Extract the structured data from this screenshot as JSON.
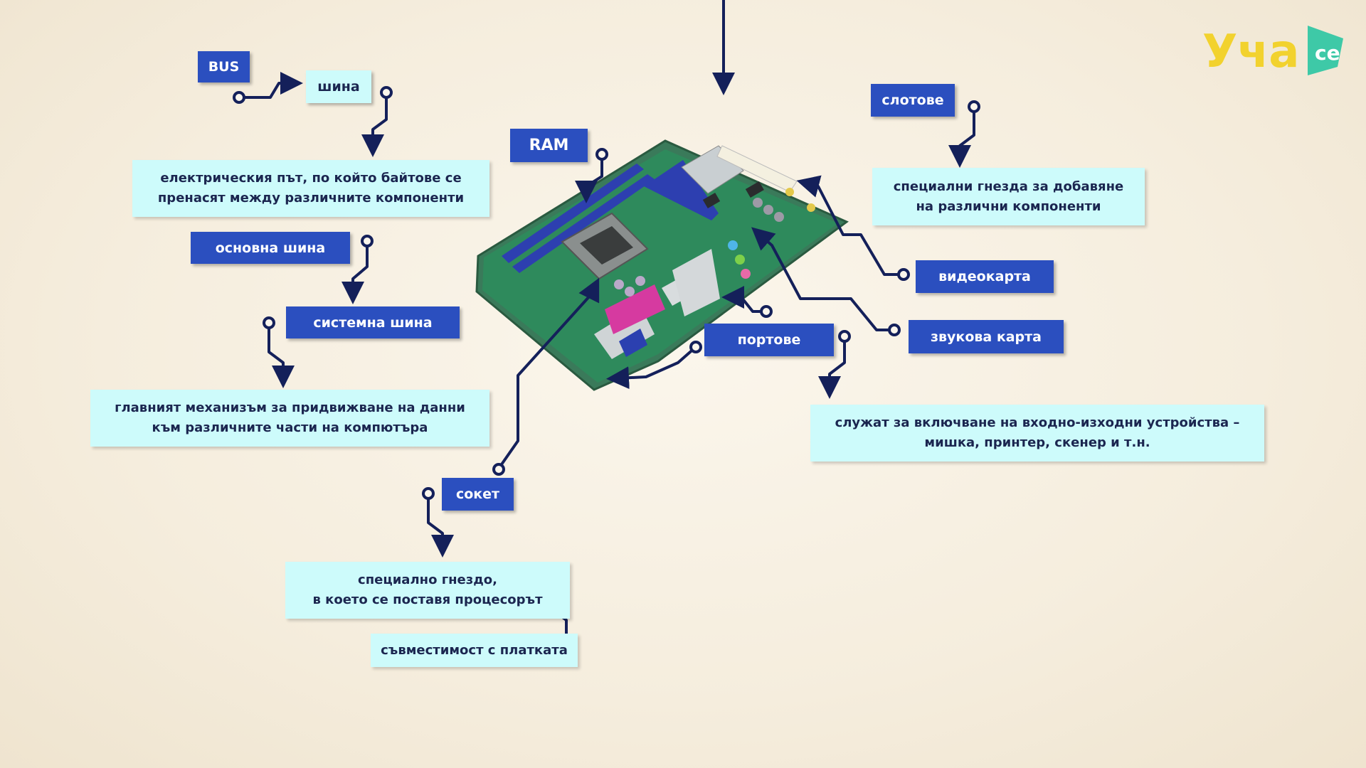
{
  "labels": {
    "bus": "BUS",
    "shina": "шина",
    "osnovna_shina": "основна шина",
    "sistemna_shina": "системна  шина",
    "ram": "RAM",
    "soket": "сокет",
    "slotove": "слотове",
    "videokarta": "видеокарта",
    "zvukova_karta": "звукова карта",
    "portove": "портове"
  },
  "descriptions": {
    "bus_desc": "електрическия път, по който байтове се\nпренасят между различните компоненти",
    "system_bus_desc": "главният механизъм за придвижване на данни\nкъм различните части на компютъра",
    "socket_desc": "специално гнездо,\nв което се поставя процесорът",
    "socket_compat": "съвместимост с платката",
    "slots_desc": "специални гнезда за добавяне\nна различни компоненти",
    "ports_desc": "служат за включване на входно-изходни устройства –\nмишка, принтер, скенер и т.н."
  },
  "logo": {
    "text": "Уча",
    "badge": "се"
  },
  "colors": {
    "label_bg": "#2b4fbf",
    "desc_bg": "#cdfbfb",
    "connector": "#14205a",
    "logo_yellow": "#f2d22e",
    "logo_green": "#3ec9a7"
  }
}
